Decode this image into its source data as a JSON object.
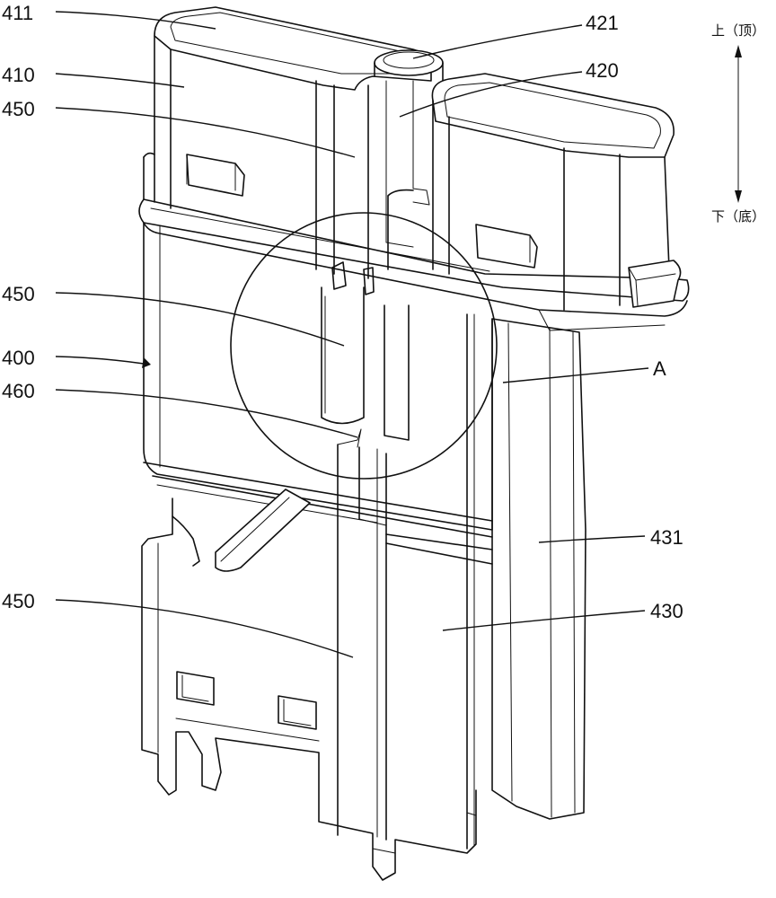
{
  "labels": {
    "l411": "411",
    "l410": "410",
    "l450_top": "450",
    "l450_mid": "450",
    "l400": "400",
    "l460": "460",
    "l450_bottom": "450",
    "l421": "421",
    "l420": "420",
    "lA": "A",
    "l431": "431",
    "l430": "430"
  },
  "direction": {
    "up": "上（顶）",
    "down": "下（底）"
  }
}
